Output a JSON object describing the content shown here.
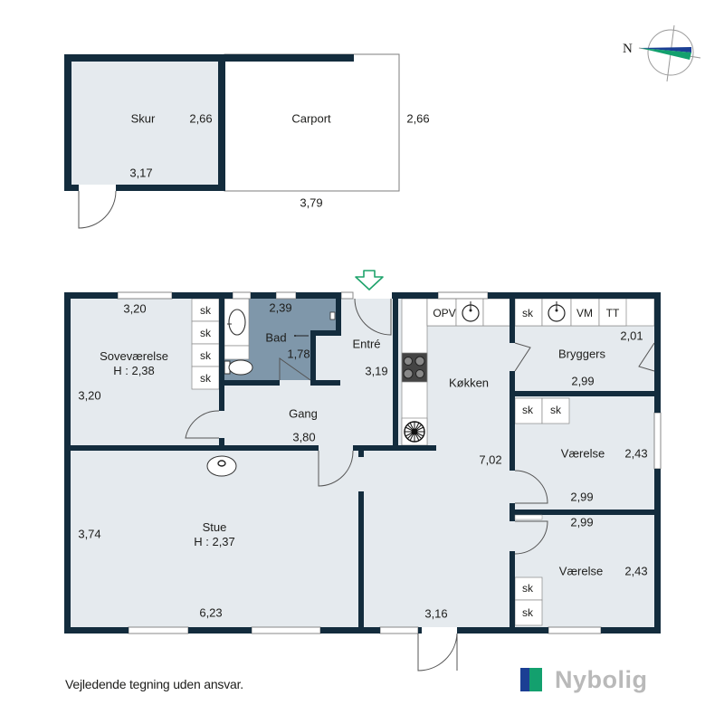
{
  "compass": {
    "label": "N",
    "icon": "north-arrow-icon",
    "colors": {
      "blue": "#1b3f94",
      "green": "#13a06e"
    }
  },
  "outbuilding": {
    "rooms": [
      {
        "name": "Skur",
        "width": "3,17",
        "depth": "2,66"
      },
      {
        "name": "Carport",
        "width": "3,79",
        "depth": "2,66"
      }
    ]
  },
  "house": {
    "entrance_icon": "entrance-arrow-icon",
    "rooms": {
      "sovevaerelse": {
        "name": "Soveværelse",
        "height": "H : 2,38",
        "width": "3,20",
        "depth": "3,20"
      },
      "bad": {
        "name": "Bad",
        "width": "2,39",
        "depth": "1,78"
      },
      "entre": {
        "name": "Entré",
        "depth": "3,19"
      },
      "gang": {
        "name": "Gang",
        "width": "3,80"
      },
      "kokken": {
        "name": "Køkken",
        "depth": "7,02",
        "width": "3,16"
      },
      "bryggers": {
        "name": "Bryggers",
        "width": "2,99",
        "depth": "2,01"
      },
      "vaerelse1": {
        "name": "Værelse",
        "width": "2,99",
        "depth": "2,43"
      },
      "vaerelse2": {
        "name": "Værelse",
        "width": "2,99",
        "depth": "2,43"
      },
      "stue": {
        "name": "Stue",
        "height": "H : 2,37",
        "width": "6,23",
        "depth": "3,74"
      }
    },
    "fixtures": {
      "skab": "sk",
      "opvaskemaskine": "OPV",
      "vaskemaskine": "VM",
      "torretumbler": "TT"
    }
  },
  "footer": {
    "disclaimer": "Vejledende tegning uden ansvar.",
    "brand": "Nybolig",
    "brand_colors": {
      "blue": "#1b3f94",
      "green": "#13a06e",
      "text": "#b9b9b9"
    }
  },
  "colors": {
    "wall": "#132c3d",
    "floor": "#e5eaee",
    "bath_floor": "#7f97aa",
    "entrance_arrow": "#1fa36c"
  }
}
